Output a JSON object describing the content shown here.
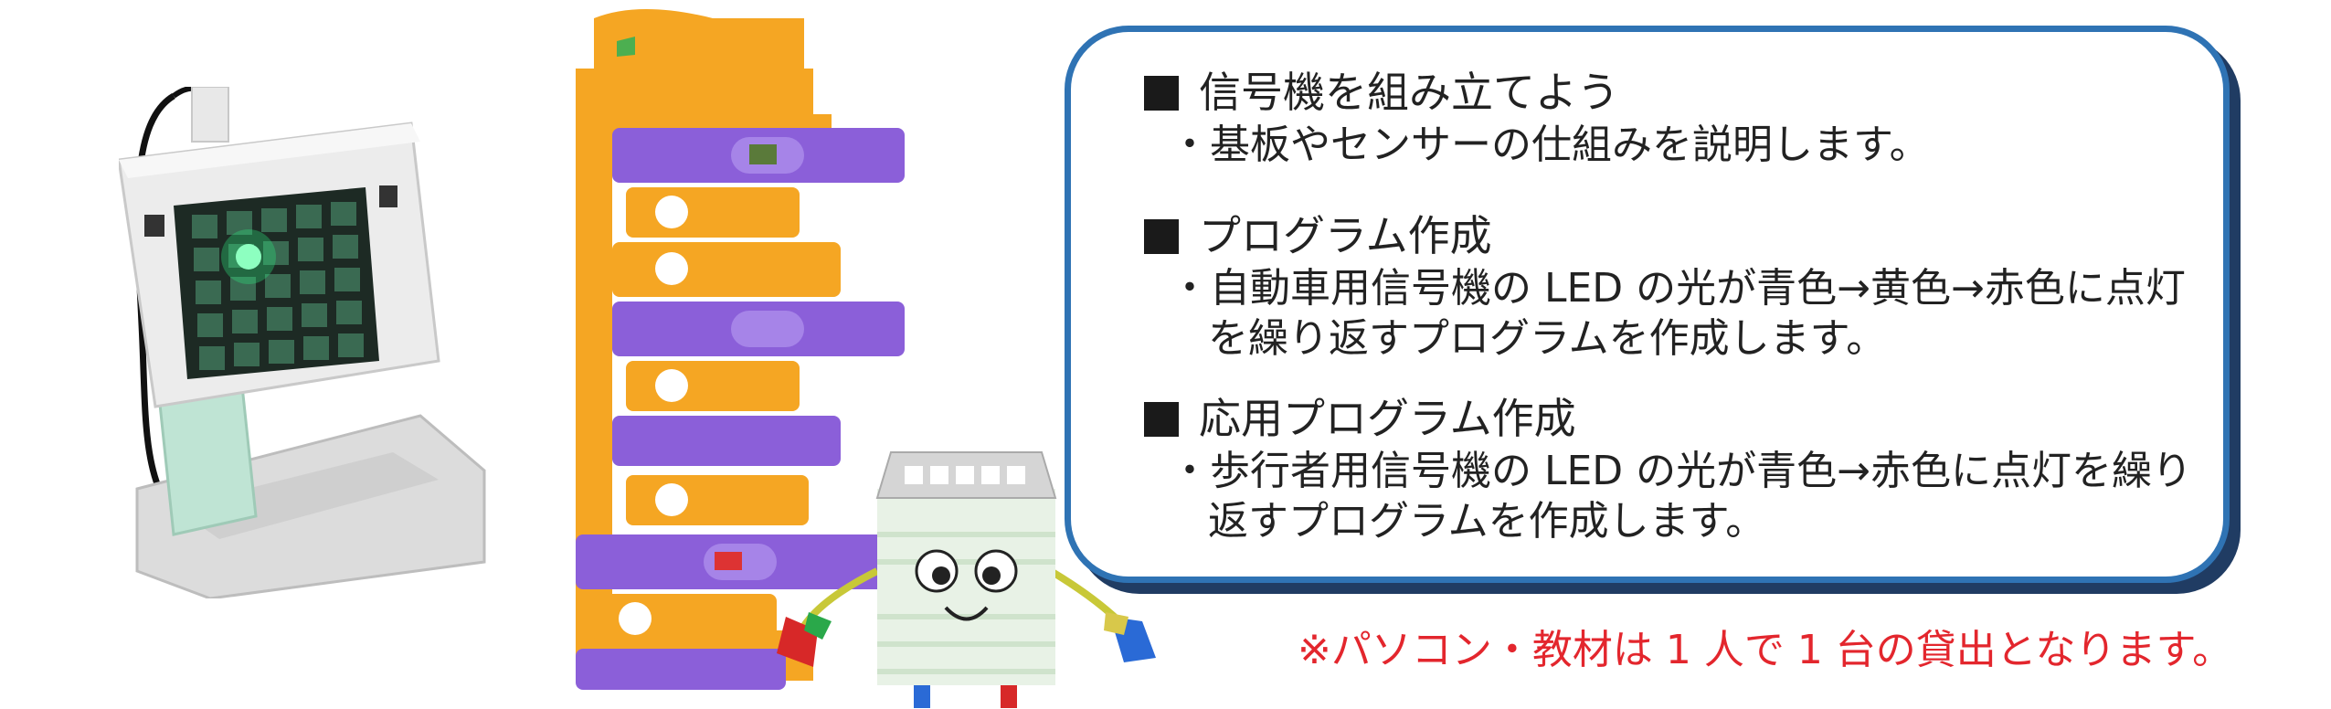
{
  "info": {
    "sections": [
      {
        "title": "信号機を組み立てよう",
        "description": "・基板やセンサーの仕組みを説明します。"
      },
      {
        "title": "プログラム作成",
        "description": "・自動車用信号機の LED の光が青色→黄色→赤色に点灯を繰り返すプログラムを作成します。"
      },
      {
        "title": "応用プログラム作成",
        "description": "・歩行者用信号機の LED の光が青色→赤色に点灯を繰り返すプログラムを作成します。"
      }
    ]
  },
  "notice": "※パソコン・教材は 1 人で 1 台の貸出となります。",
  "colors": {
    "box_border": "#2f73b4",
    "box_shadow": "#203c63",
    "notice": "#e3262d",
    "scratch_orange": "#f5a623",
    "scratch_purple": "#8b5fd9",
    "led_green": "#2fe07a"
  },
  "icons": [
    "micro-controller-device",
    "scratch-code-blocks",
    "robot-mascot"
  ]
}
